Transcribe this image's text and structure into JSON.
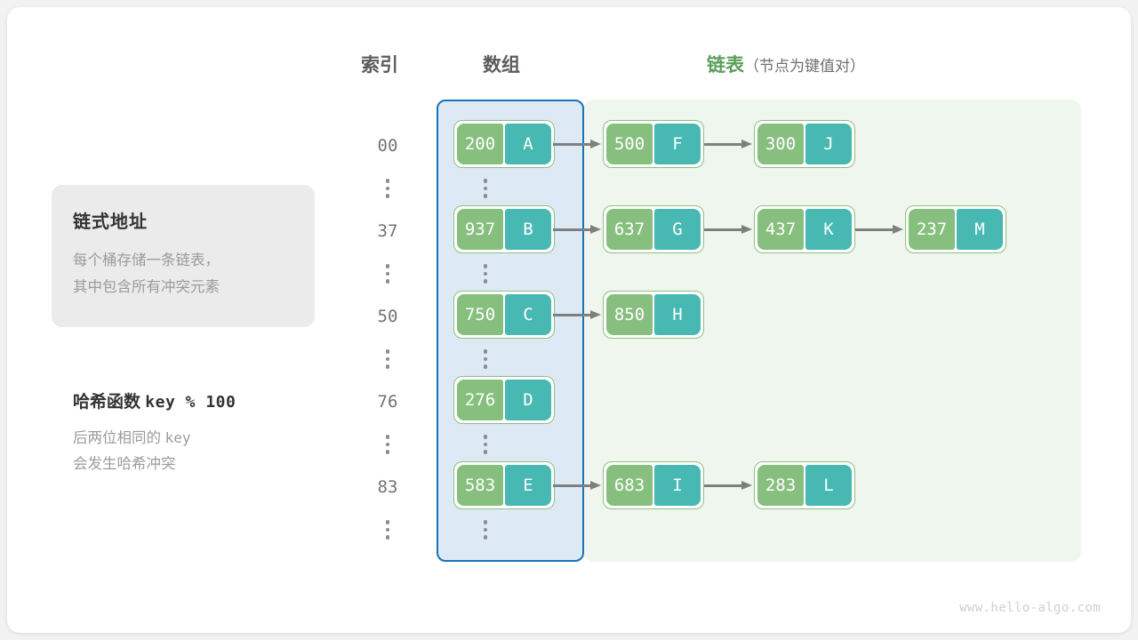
{
  "headers": {
    "index": "索引",
    "array": "数组",
    "list_main": "链表",
    "list_sub": "（节点为键值对）"
  },
  "info_card": {
    "title": "链式地址",
    "line1": "每个桶存储一条链表，",
    "line2": "其中包含所有冲突元素"
  },
  "hash_note": {
    "label": "哈希函数",
    "formula": "key % 100",
    "line1_text": "后两位相同的",
    "line1_mono": "key",
    "line2": "会发生哈希冲突"
  },
  "colors": {
    "key_green": "#87bf7f",
    "value_teal": "#47b9b2",
    "array_border_blue": "#1a72bb",
    "array_fill_blue": "#ddeaf6",
    "list_fill_green": "#eef6ee",
    "arrow_gray": "#7f7f7f",
    "header_green": "#5a9e5a"
  },
  "buckets": [
    {
      "index": "00",
      "bucket": {
        "key": "200",
        "value": "A"
      },
      "chain": [
        {
          "key": "500",
          "value": "F"
        },
        {
          "key": "300",
          "value": "J"
        }
      ]
    },
    {
      "index": "37",
      "bucket": {
        "key": "937",
        "value": "B"
      },
      "chain": [
        {
          "key": "637",
          "value": "G"
        },
        {
          "key": "437",
          "value": "K"
        },
        {
          "key": "237",
          "value": "M"
        }
      ]
    },
    {
      "index": "50",
      "bucket": {
        "key": "750",
        "value": "C"
      },
      "chain": [
        {
          "key": "850",
          "value": "H"
        }
      ]
    },
    {
      "index": "76",
      "bucket": {
        "key": "276",
        "value": "D"
      },
      "chain": []
    },
    {
      "index": "83",
      "bucket": {
        "key": "583",
        "value": "E"
      },
      "chain": [
        {
          "key": "683",
          "value": "I"
        },
        {
          "key": "283",
          "value": "L"
        }
      ]
    }
  ],
  "ellipsis_rows": 5,
  "footer": "www.hello-algo.com"
}
